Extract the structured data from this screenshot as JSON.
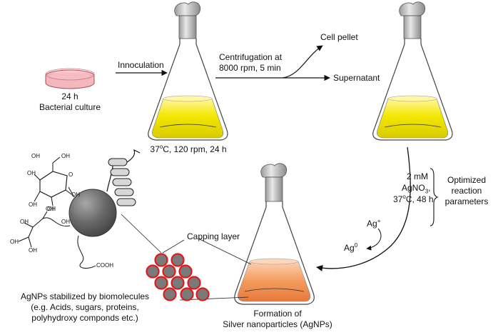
{
  "labels": {
    "innoculation": "Innoculation",
    "culture_time": "24 h",
    "culture_name": "Bacterial culture",
    "flask1_conditions_pre": "37",
    "flask1_conditions_sup": "o",
    "flask1_conditions_post": "C, 120 rpm, 24 h",
    "centrifugation_line1": "Centrifugation at",
    "centrifugation_line2": "8000 rpm, 5 min",
    "cell_pellet": "Cell pellet",
    "supernatant": "Supernatant",
    "agno3_conc": "2 mM",
    "agno3_name": "AgNO",
    "agno3_sub": "3",
    "agno3_comma": ",",
    "reaction_temp_pre": "37",
    "reaction_temp_sup": "o",
    "reaction_temp_post": "C, 48 h",
    "optimized_line1": "Optimized",
    "optimized_line2": "reaction",
    "optimized_line3": "parameters",
    "ag_ion": "Ag",
    "ag_ion_sup": "+",
    "ag_zero": "Ag",
    "ag_zero_sup": "0",
    "capping_layer": "Capping layer",
    "stabilized_line1": "AgNPs stabilized by biomolecules",
    "stabilized_line2": "(e.g. Acids, sugars, proteins,",
    "stabilized_line3": "polyhydroxy componds etc.)",
    "formation_line1": "Formation of",
    "formation_line2": "Silver nanoparticles (AgNPs)",
    "oh": "OH",
    "o": "O",
    "cooh": "COOH"
  },
  "colors": {
    "yellow_fill": "#f2e600",
    "orange_fill": "#f19a5a",
    "petri_fill": "#f0a0a8",
    "nanoparticle_fill": "#7a7a7a",
    "nanoparticle_ring": "#e01a1a",
    "sphere_fill": "#6b6b6b"
  }
}
